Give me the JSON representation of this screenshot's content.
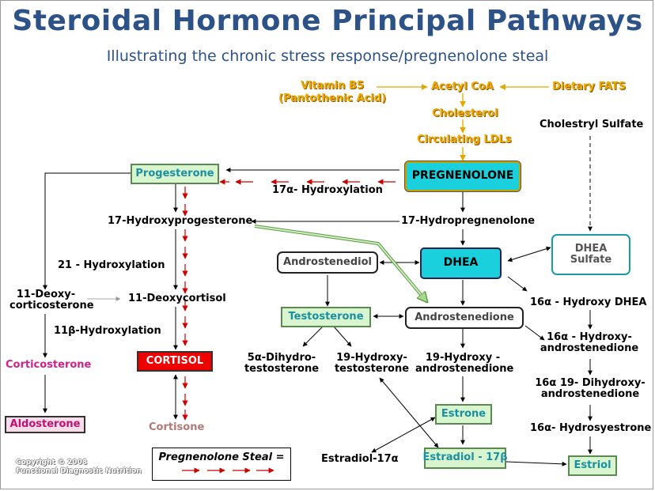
{
  "title": "Steroidal Hormone Principal Pathways",
  "subtitle": "Illustrating the chronic stress response/pregnenolone steal",
  "nodes": {
    "vitamin_b5": "Vitamin B5",
    "pantothenic": "(Pantothenic Acid)",
    "acetyl_coa": "Acetyl CoA",
    "dietary_fats": "Dietary FATS",
    "cholesterol": "Cholesterol",
    "circulating_ldls": "Circulating LDLs",
    "cholestryl_sulfate": "Cholestryl Sulfate",
    "pregnenolone": "PREGNENOLONE",
    "progesterone": "Progesterone",
    "hydroxylation_17a": "17α- Hydroxylation",
    "hydroxyprogesterone_17": "17-Hydroxyprogesterone",
    "hydropregnenolone_17": "17-Hydropregnenolone",
    "hydroxylation_21": "21 - Hydroxylation",
    "deoxy_corti_line1": "11-Deoxy-",
    "deoxy_corti_line2": "corticosterone",
    "deoxycortisol": "11-Deoxycortisol",
    "hydroxylation_11b": "11β-Hydroxylation",
    "corticosterone": "Corticosterone",
    "cortisol": "CORTISOL",
    "aldosterone": "Aldosterone",
    "cortisone": "Cortisone",
    "androstenediol": "Androstenediol",
    "dhea": "DHEA",
    "dhea_sulfate_line1": "DHEA",
    "dhea_sulfate_line2": "Sulfate",
    "testosterone": "Testosterone",
    "androstenedione": "Androstenedione",
    "hydroxy_dhea_16a": "16α - Hydroxy DHEA",
    "dihydro_line1": "5α-Dihydro-",
    "dihydro_line2": "testosterone",
    "hydroxytest_line1": "19-Hydroxy-",
    "hydroxytest_line2": "testosterone",
    "hydroxyandro_line1": "19-Hydroxy -",
    "hydroxyandro_line2": "androstenedione",
    "hydroxyandro16_line1": "16α - Hydroxy-",
    "hydroxyandro16_line2": "androstenedione",
    "dihydroxy_line1": "16α 19- Dihydroxy-",
    "dihydroxy_line2": "androstenedione",
    "estrone": "Estrone",
    "hydrosyestrone": "16α- Hydrosyestrone",
    "estradiol_17a": "Estradiol-17α",
    "estradiol_17b": "Estradiol - 17β",
    "estriol": "Estriol"
  },
  "legend": {
    "title": "Pregnenolone Steal ="
  },
  "copyright": {
    "line1": "Copyright © 2008",
    "line2": "Functional Diagnostic Nutrition"
  },
  "colors": {
    "title": "#2d5288",
    "precursor_gold": "#f0a800",
    "steal_red": "#cc0000",
    "cyan_box": "#1ad0dc",
    "green_box": "#d8f5d0",
    "pink_text": "#d0208a",
    "cortisol_red": "#ee0000",
    "aldosterone_box": "#fadcea"
  }
}
